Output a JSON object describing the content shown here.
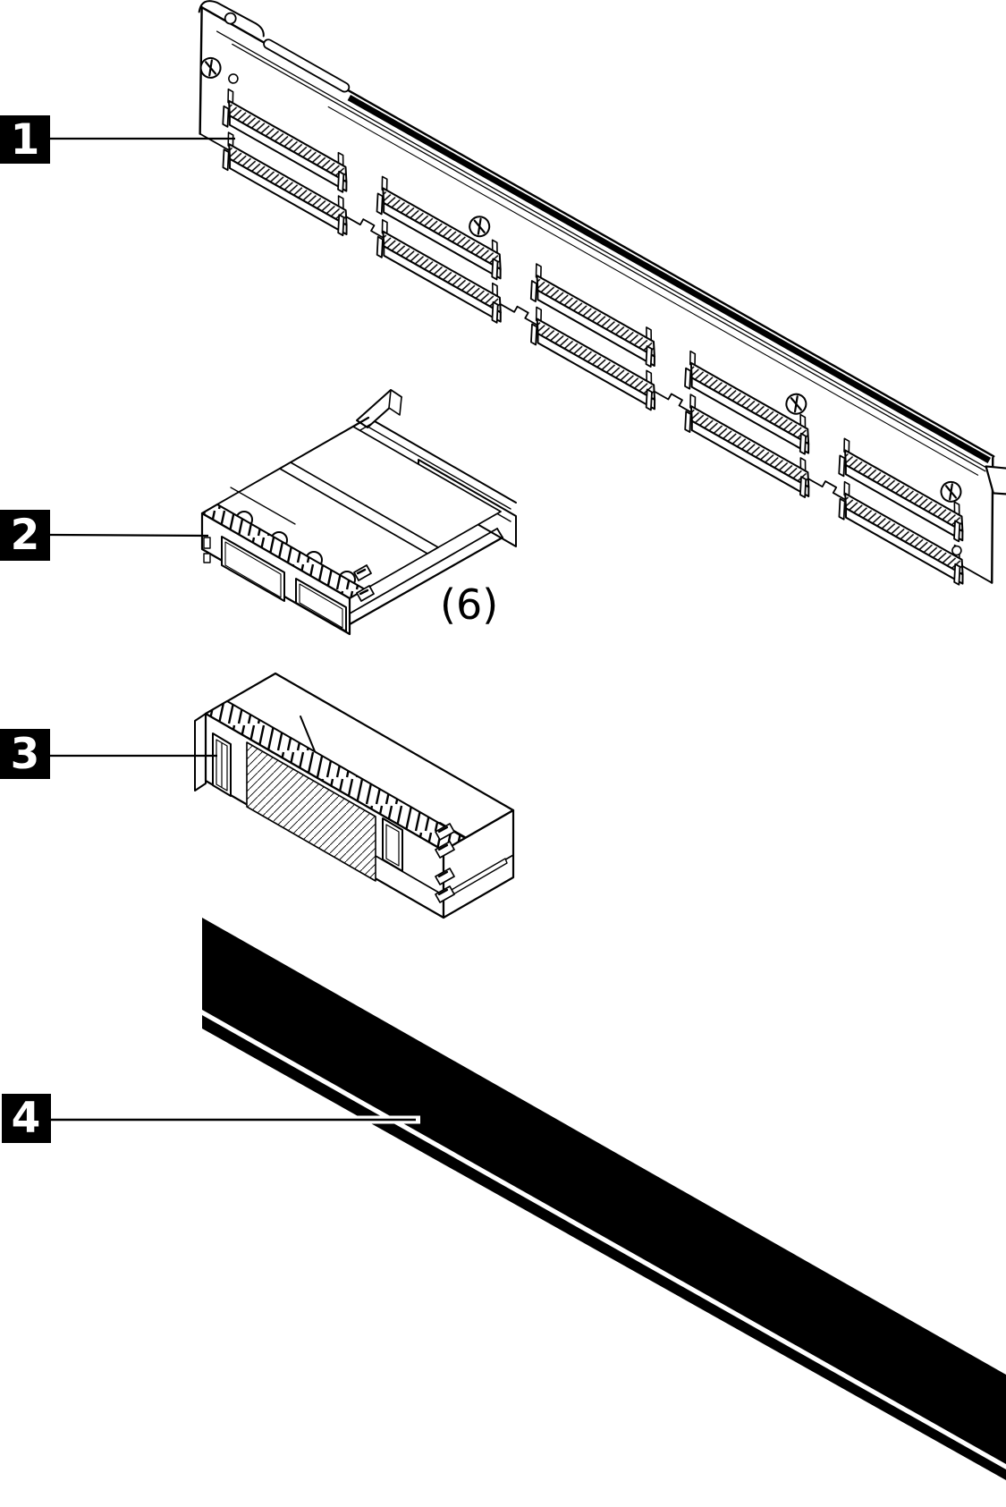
{
  "figure": {
    "type": "hardware-parts-callout-diagram",
    "background_color": "#ffffff",
    "line_color": "#000000",
    "callout_style": {
      "bg_color": "#000000",
      "text_color": "#ffffff"
    },
    "callouts": [
      {
        "label": "1",
        "part": "drive-backplane-illustration"
      },
      {
        "label": "2",
        "part": "drive-tray-filler-illustration",
        "quantity_note": "(6)"
      },
      {
        "label": "3",
        "part": "drive-bay-filler-illustration"
      },
      {
        "label": "4",
        "part": "black-cover-strip-illustration"
      }
    ]
  }
}
